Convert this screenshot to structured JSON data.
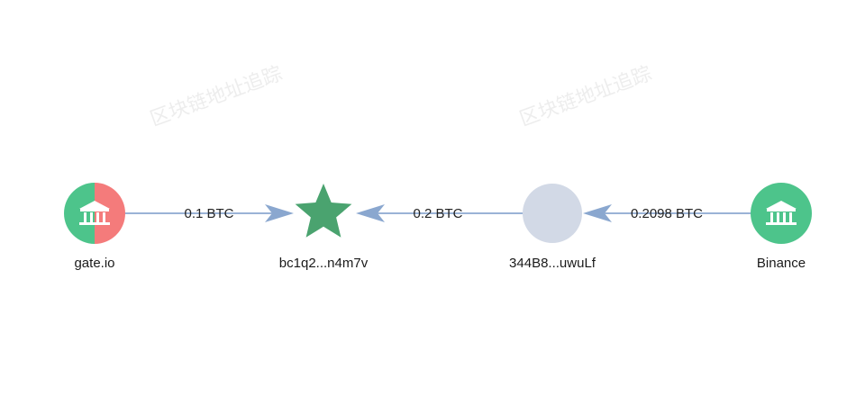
{
  "colors": {
    "exchange_green": "#4dc48b",
    "exchange_red": "#f47b7b",
    "target_star": "#4aa36f",
    "intermediate_gray": "#d2d9e6",
    "edge_blue": "#8aa7cf",
    "edge_line": "#9ab3d6"
  },
  "nodes": {
    "gate": {
      "label": "gate.io",
      "icon": "bank-icon"
    },
    "target": {
      "label": "bc1q2...n4m7v",
      "icon": "star-icon"
    },
    "middle": {
      "label": "344B8...uwuLf",
      "icon": "circle"
    },
    "binance": {
      "label": "Binance",
      "icon": "bank-icon"
    }
  },
  "edges": {
    "gate_to_target": {
      "label": "0.1 BTC"
    },
    "middle_to_target": {
      "label": "0.2 BTC"
    },
    "binance_to_middle": {
      "label": "0.2098 BTC"
    }
  }
}
